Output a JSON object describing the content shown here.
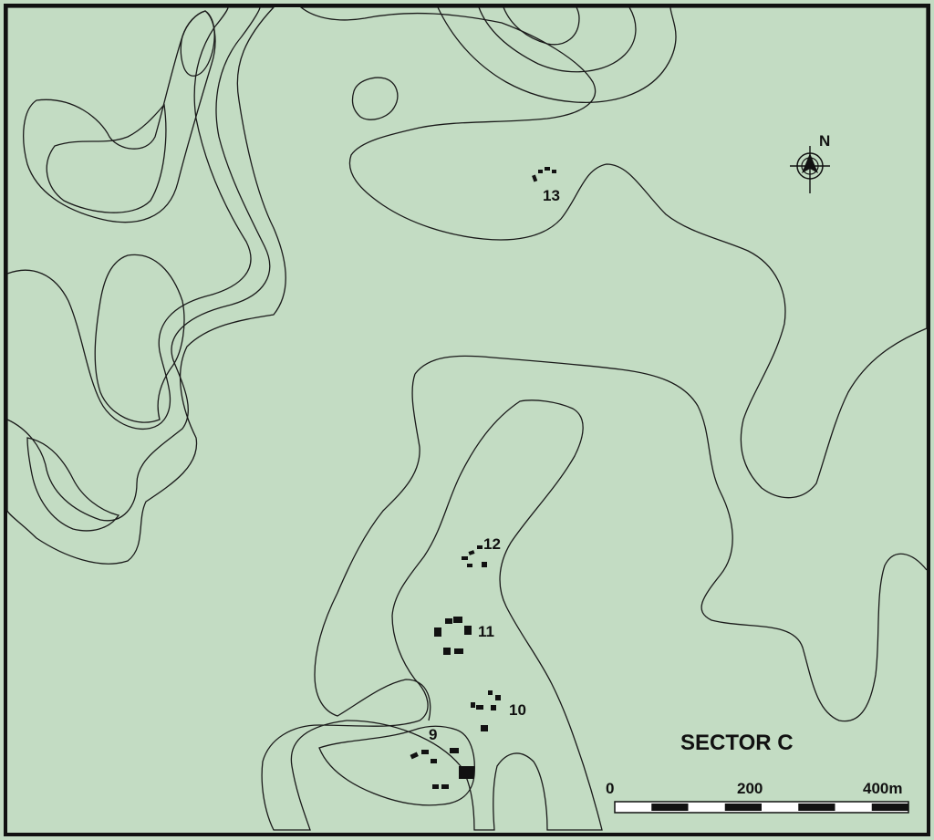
{
  "map": {
    "title": "SECTOR C",
    "north_label": "N",
    "colors": {
      "upland": "#e0c084",
      "lowland": "#c3dcc3",
      "contour": "#1a1a1a",
      "frame": "#111111",
      "structure": "#111111"
    },
    "sites": [
      {
        "id": "9",
        "label": "9"
      },
      {
        "id": "10",
        "label": "10"
      },
      {
        "id": "11",
        "label": "11"
      },
      {
        "id": "12",
        "label": "12"
      },
      {
        "id": "13",
        "label": "13"
      }
    ],
    "scale_bar": {
      "labels": [
        "0",
        "200",
        "400m"
      ],
      "total_m": 400,
      "segments": 8
    },
    "icons": [
      "north-arrow-icon",
      "compass-crosshair-icon"
    ]
  }
}
